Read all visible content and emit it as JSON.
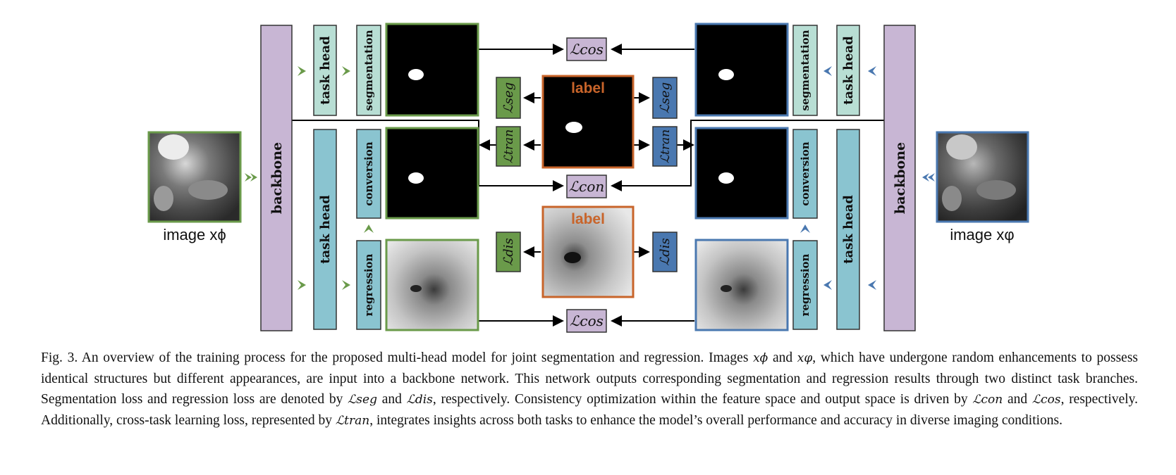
{
  "diagram": {
    "backbone_label": "backbone",
    "task_head_label": "task head",
    "segmentation_label": "segmentation",
    "conversion_label": "conversion",
    "regression_label": "regression",
    "label_text": "label",
    "input_left_label": "image xϕ",
    "input_right_label": "image xφ",
    "loss_cos": "ℒcos",
    "loss_con": "ℒcon",
    "loss_seg": "ℒseg",
    "loss_tran": "ℒtran",
    "loss_dis": "ℒdis"
  },
  "caption": {
    "p1": "Fig. 3. An overview of the training process for the proposed multi-head model for joint segmentation and regression. Images ",
    "x_phi": "xϕ",
    "p2": " and ",
    "x_varphi": "xφ",
    "p3": ", which have undergone random enhancements to possess identical structures but different appearances, are input into a backbone network. This network outputs corresponding segmentation and regression results through two distinct task branches. Segmentation loss and regression loss are denoted by ",
    "l_seg": "ℒseg",
    "p4": " and ",
    "l_dis": "ℒdis",
    "p5": ", respectively. Consistency optimization within the feature space and output space is driven by ",
    "l_con": "ℒcon",
    "p6": " and ",
    "l_cos": "ℒcos",
    "p7": ", respectively. Additionally, cross-task learning loss, represented by ",
    "l_tran": "ℒtran",
    "p8": ", integrates insights across both tasks to enhance the model’s overall performance and accuracy in diverse imaging conditions."
  },
  "colors": {
    "green": "#6a9a4a",
    "blue": "#4a78b0",
    "backbone": "#c8b6d4",
    "task_head": "#8ac4d0",
    "seg_box": "#b8ded4",
    "label_border": "#c8642a"
  }
}
